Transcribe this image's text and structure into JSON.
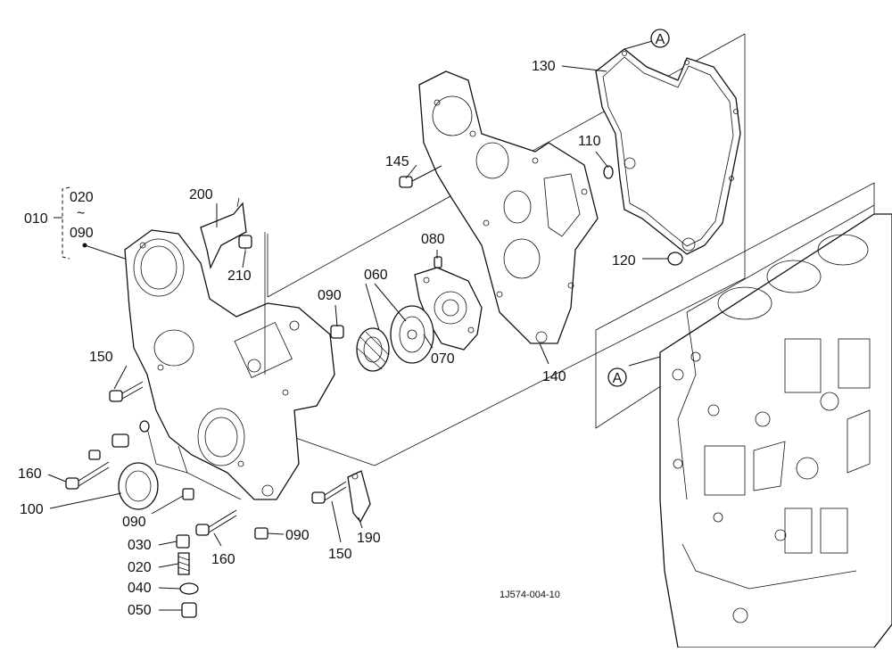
{
  "diagram": {
    "drawing_number": "1J574-004-10",
    "group_label": {
      "code": "010",
      "range_start": "020",
      "range_sep": "~",
      "range_end": "090"
    },
    "reference_mark": "A",
    "parts": [
      {
        "code": "130"
      },
      {
        "code": "110"
      },
      {
        "code": "145"
      },
      {
        "code": "200"
      },
      {
        "code": "210"
      },
      {
        "code": "080"
      },
      {
        "code": "060"
      },
      {
        "code": "090"
      },
      {
        "code": "120"
      },
      {
        "code": "070"
      },
      {
        "code": "140"
      },
      {
        "code": "150"
      },
      {
        "code": "160"
      },
      {
        "code": "100"
      },
      {
        "code": "090"
      },
      {
        "code": "030"
      },
      {
        "code": "020"
      },
      {
        "code": "040"
      },
      {
        "code": "050"
      },
      {
        "code": "160"
      },
      {
        "code": "150"
      },
      {
        "code": "190"
      },
      {
        "code": "090"
      }
    ]
  }
}
